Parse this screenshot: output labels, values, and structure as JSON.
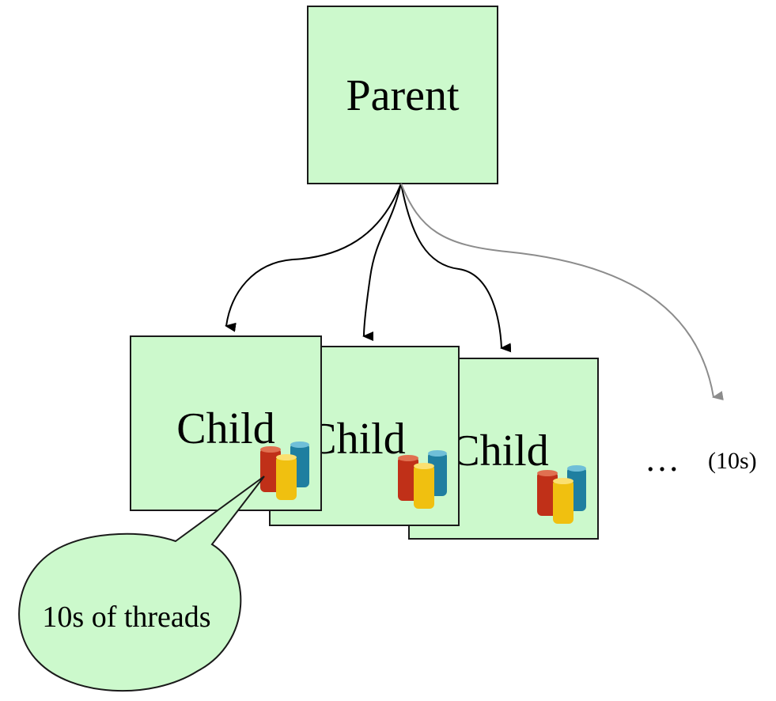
{
  "parent": {
    "label": "Parent"
  },
  "children": [
    {
      "label": "Child",
      "icon": "thread-spools-icon"
    },
    {
      "label": "Child",
      "icon": "thread-spools-icon"
    },
    {
      "label": "Child",
      "icon": "thread-spools-icon"
    }
  ],
  "more": {
    "ellipsis": "…",
    "count": "(10s)"
  },
  "callout": {
    "text": "10s of threads"
  },
  "colors": {
    "box_fill": "#ccf9cc",
    "stroke": "#1a1a1a",
    "faded_arrow": "#8c8c8c"
  }
}
